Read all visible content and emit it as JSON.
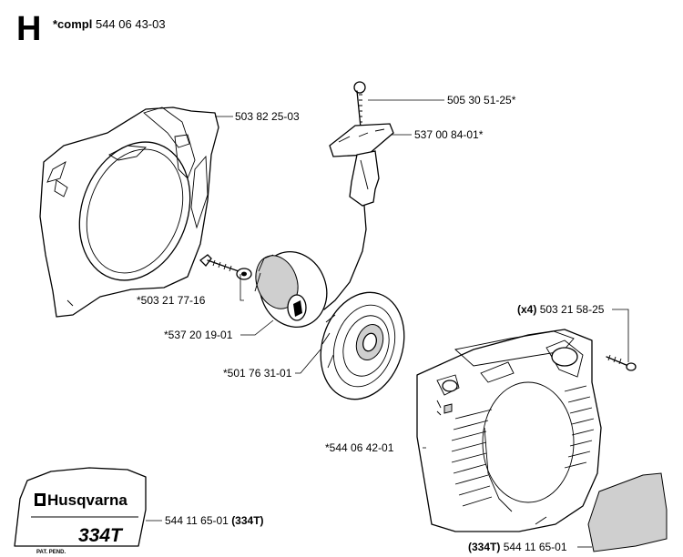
{
  "header": {
    "section": "H",
    "compl_prefix": "*compl",
    "compl_number": "544 06 43-03"
  },
  "parts": {
    "p_503822503": "503 82 25-03",
    "p_505305125": "505 30 51-25*",
    "p_537008401": "537 00 84-01*",
    "p_503217716": "*503 21 77-16",
    "p_537201901": "*537 20 19-01",
    "p_501763101": "*501 76 31-01",
    "p_544064201": "*544 06 42-01",
    "p_503215825_qty": "(x4)",
    "p_503215825": "503 21 58-25",
    "p_544116501_a": "544 11 65-01",
    "p_544116501_a_model": "(334T)",
    "p_544116501_b_model": "(334T)",
    "p_544116501_b": "544 11 65-01"
  },
  "decal": {
    "brand": "Husqvarna",
    "model": "334T",
    "patent": "PAT. PEND."
  }
}
